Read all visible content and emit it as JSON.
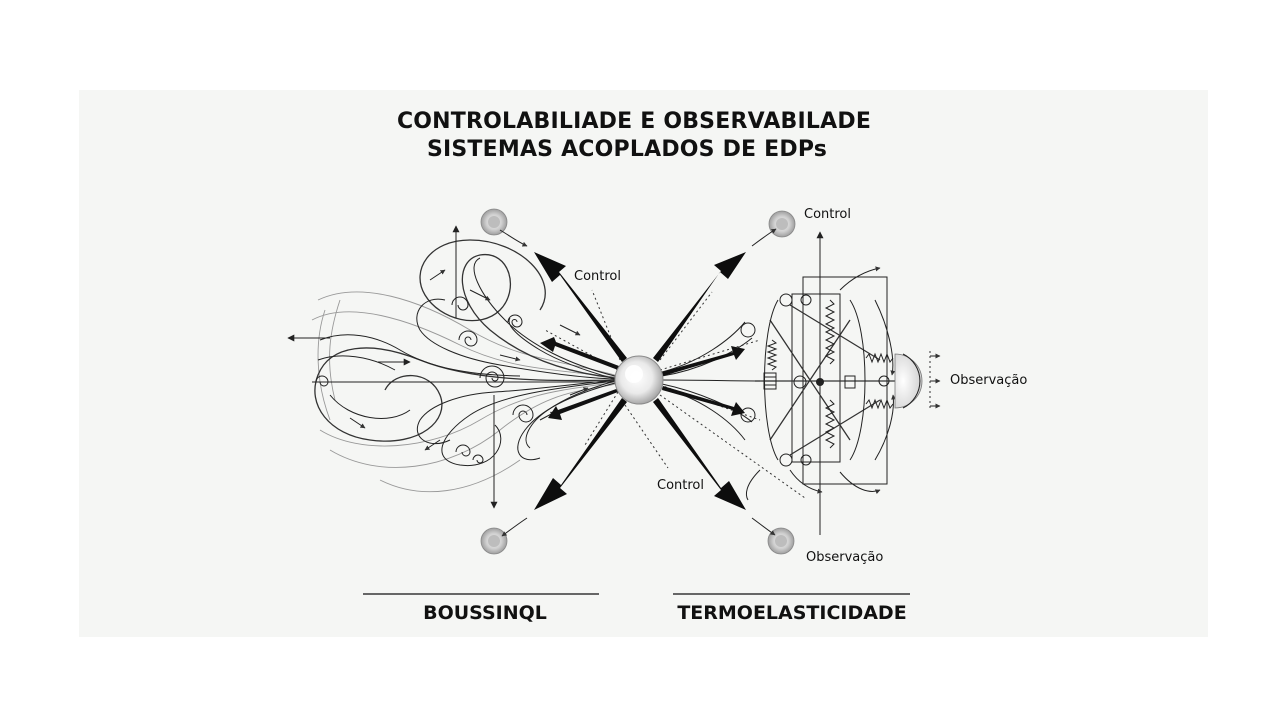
{
  "title": {
    "line1": "CONTROLABILIADE E OBSERVABILADE",
    "line2": "SISTEMAS ACOPLADOS DE EDPs"
  },
  "left_section": {
    "label": "BOUSSINQL",
    "control_label": "Control"
  },
  "right_section": {
    "label": "TERMOELASTICIDADE",
    "control_label_top": "Control",
    "control_label_bottom": "Control",
    "observation_label_right": "Observação",
    "observation_label_bottom": "Observação"
  },
  "colors": {
    "panel_background": "#f5f6f4",
    "ink": "#111111"
  }
}
